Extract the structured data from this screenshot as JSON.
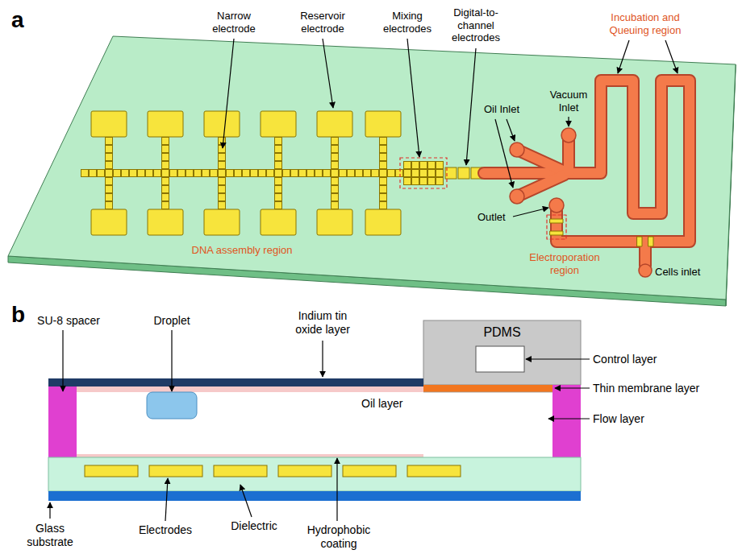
{
  "diagram": {
    "nodes": [
      {
        "text": [
          "PDMS"
        ]
      }
    ],
    "labels": [
      "a",
      "Narrow electrode",
      "Reservoir electrode",
      "Mixing electrodes",
      "Digital-to-channel electrodes",
      "Oil Inlet",
      "Vacuum Inlet",
      "Incubation and Queuing region",
      "Outlet",
      "Electroporation region",
      "Cells inlet",
      "DNA assembly region",
      "b",
      "SU-8 spacer",
      "Droplet",
      "Indium tin oxide layer",
      "Control layer",
      "Thin membrane layer",
      "Oil layer",
      "Flow layer",
      "Glass substrate",
      "Electrodes",
      "Dielectric",
      "Hydrophobic coating"
    ]
  }
}
